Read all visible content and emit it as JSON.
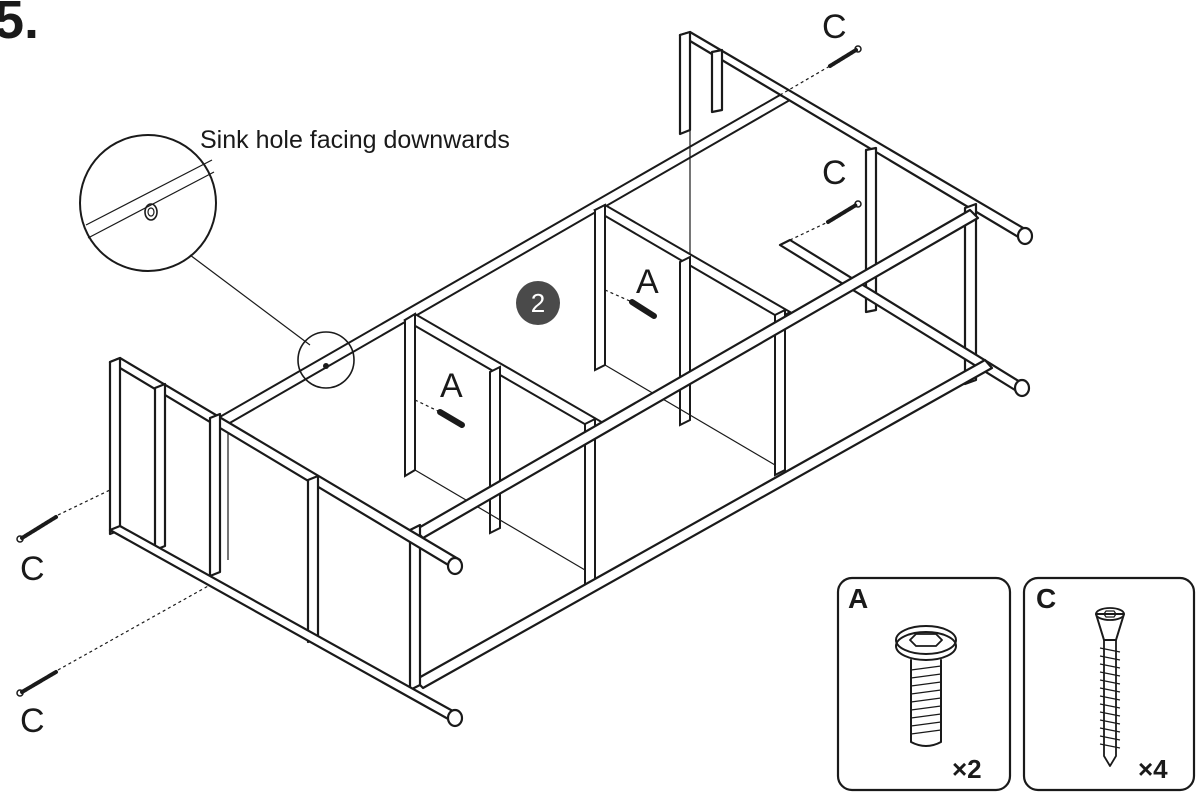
{
  "step": {
    "number": "5."
  },
  "callout": {
    "text": "Sink hole facing downwards"
  },
  "badge": {
    "label": "2"
  },
  "parts_labels": {
    "a1": "A",
    "a2": "A",
    "c1": "C",
    "c2": "C",
    "c3": "C",
    "c4": "C"
  },
  "hardware": [
    {
      "id": "A",
      "qty": "×2"
    },
    {
      "id": "C",
      "qty": "×4"
    }
  ],
  "colors": {
    "ink": "#1a1a1a",
    "badge": "#4a4a4a",
    "paper": "#ffffff"
  }
}
